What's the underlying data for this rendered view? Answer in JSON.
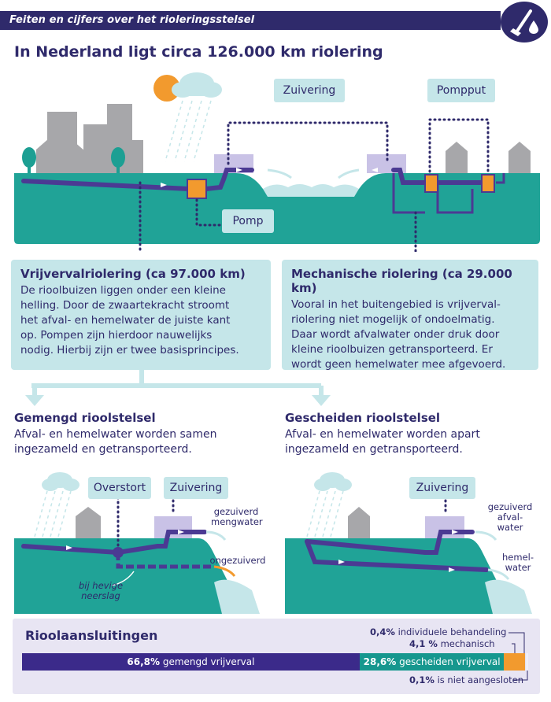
{
  "header": {
    "title": "Feiten en cijfers over het rioleringsstelsel",
    "logo_icon": "brush-drop-icon"
  },
  "page_title": "In Nederland ligt circa 126.000 km riolering",
  "top_diagram": {
    "labels": {
      "zuivering": "Zuivering",
      "pompput": "Pompput",
      "pomp": "Pomp"
    }
  },
  "vrijverval": {
    "title": "Vrijvervalriolering (ca 97.000 km)",
    "lines": [
      "De rioolbuizen liggen onder een kleine",
      "helling.  Door de zwaartekracht stroomt",
      "het afval- en hemelwater de juiste kant",
      "op. Pompen zijn hierdoor nauwelijks",
      "nodig. Hierbij zijn er twee basisprincipes."
    ]
  },
  "mechanisch": {
    "title": "Mechanische riolering (ca 29.000 km)",
    "lines": [
      "Vooral in het buitengebied is vrijverval-",
      "riolering niet mogelijk of ondoelmatig.",
      "Daar wordt afvalwater onder druk door",
      "kleine rioolbuizen getransporteerd. Er",
      "wordt geen hemelwater mee afgevoerd."
    ]
  },
  "gemengd": {
    "title": "Gemengd rioolstelsel",
    "lines": [
      "Afval- en hemelwater worden samen",
      "ingezameld en getransporteerd."
    ],
    "labels": {
      "overstort": "Overstort",
      "zuivering": "Zuivering",
      "gezuiverd_1": "gezuiverd",
      "gezuiverd_2": "mengwater",
      "ongezuiverd": "ongezuiverd",
      "hevige_1": "bij hevige",
      "hevige_2": "neerslag"
    }
  },
  "gescheiden": {
    "title": "Gescheiden rioolstelsel",
    "lines": [
      "Afval- en hemelwater worden apart",
      "ingezameld en getransporteerd."
    ],
    "labels": {
      "zuivering": "Zuivering",
      "gezuiverd_1": "gezuiverd",
      "gezuiverd_2": "afval-",
      "gezuiverd_3": "water",
      "hemel_1": "hemel-",
      "hemel_2": "water"
    }
  },
  "aansluitingen": {
    "title": "Rioolaansluitingen",
    "segments": [
      {
        "pct": "66,8%",
        "label": "gemengd vrijverval",
        "value": 66.8,
        "color": "#3b2a8a"
      },
      {
        "pct": "28,6%",
        "label": "gescheiden vrijverval",
        "value": 28.6,
        "color": "#16978e"
      },
      {
        "pct": "4,1 %",
        "label": "mechanisch",
        "value": 4.1,
        "color": "#f29a2e"
      },
      {
        "pct": "0,4%",
        "label": "individuele behandeling",
        "value": 0.4,
        "color": "#e5e2ef"
      },
      {
        "pct": "0,1%",
        "label": "is niet aangesloten",
        "value": 0.1,
        "color": "#ffffff"
      }
    ]
  },
  "colors": {
    "navy": "#2f2a6b",
    "teal": "#20a397",
    "light_blue": "#c5e6e9",
    "pipe": "#4b3a93",
    "orange": "#f29a2e"
  }
}
